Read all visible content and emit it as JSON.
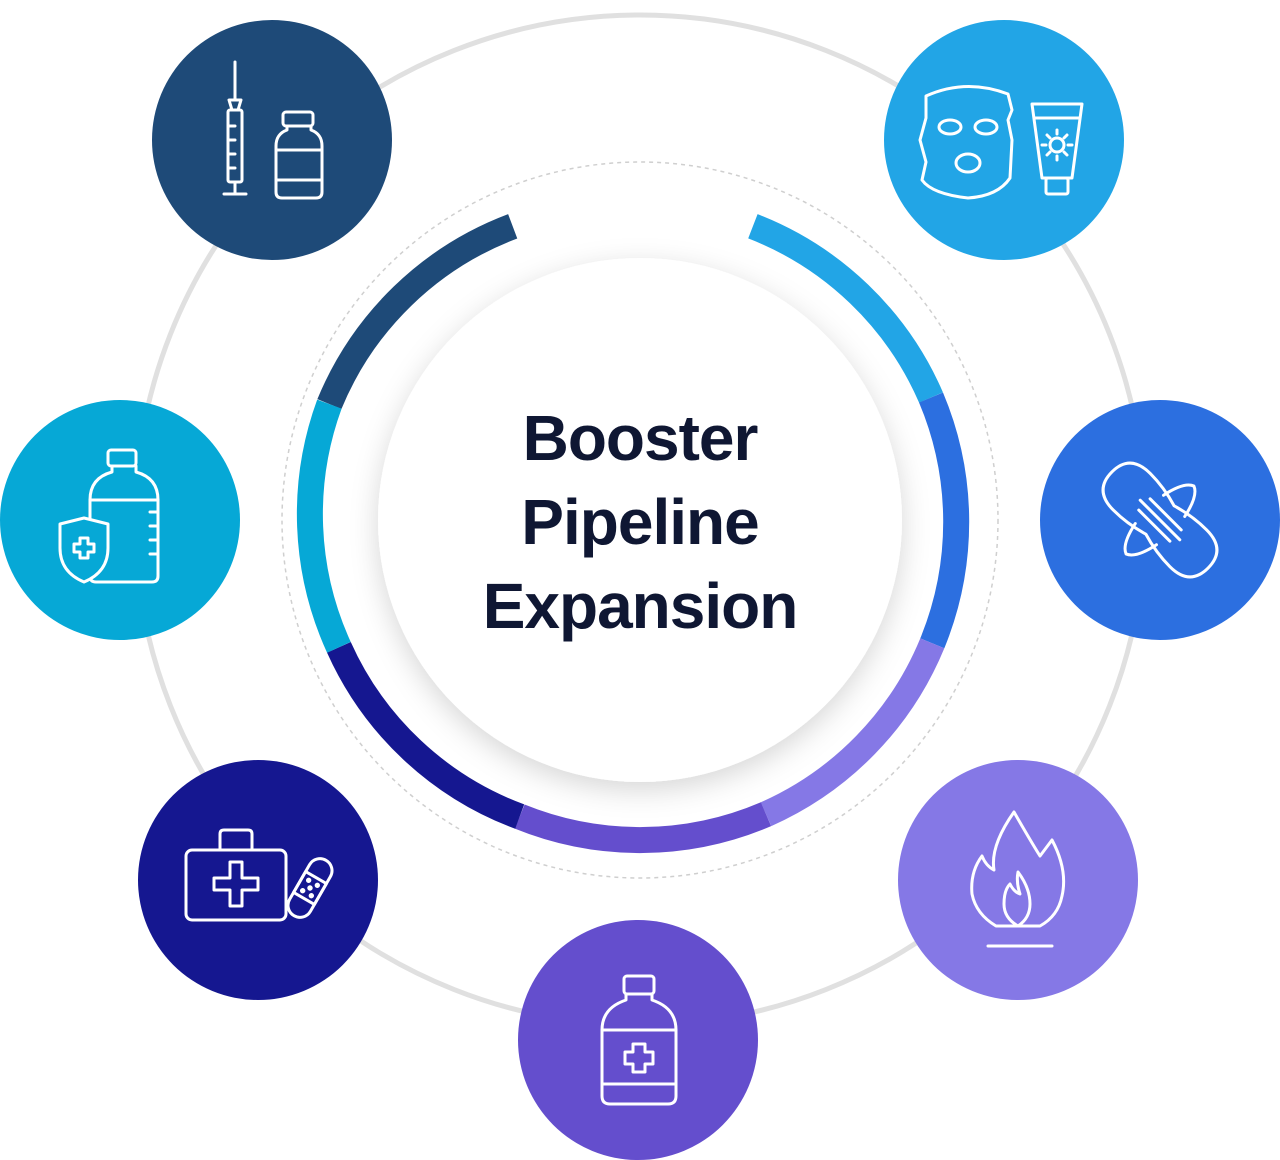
{
  "title": {
    "line1": "Booster",
    "line2": "Pipeline",
    "line3": "Expansion"
  },
  "colors": {
    "outer_ring": "#e0e0e0",
    "dashed_ring": "#cfcfcf",
    "center_fill": "#ffffff",
    "title_text": "#0f1733",
    "icon_stroke": "#ffffff"
  },
  "segments": [
    {
      "id": "navy",
      "color": "#1e4a78",
      "icon": "syringe-vial-icon"
    },
    {
      "id": "sky",
      "color": "#22a5e6",
      "icon": "face-mask-sunscreen-icon"
    },
    {
      "id": "blue",
      "color": "#2c6fe0",
      "icon": "sanitary-pad-icon"
    },
    {
      "id": "lavender",
      "color": "#8578e6",
      "icon": "flame-icon"
    },
    {
      "id": "violet",
      "color": "#644ecd",
      "icon": "medicine-bottle-icon"
    },
    {
      "id": "indigo",
      "color": "#151790",
      "icon": "first-aid-kit-bandage-icon"
    },
    {
      "id": "teal",
      "color": "#06a8d6",
      "icon": "shield-bottle-icon"
    }
  ]
}
